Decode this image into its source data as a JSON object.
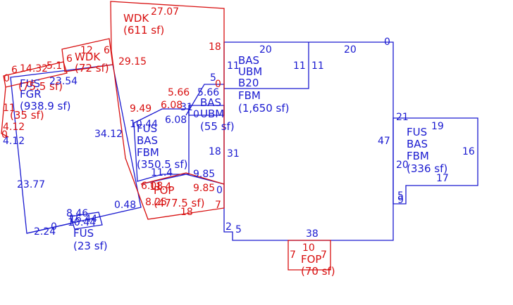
{
  "colors": {
    "blue": "#1a1ad0",
    "red": "#d81010",
    "background": "#ffffff"
  },
  "areas": {
    "wdk_top": {
      "code": "WDK",
      "area": "(611 sf)"
    },
    "bas_main": {
      "codes": [
        "BAS",
        "UBM",
        "B20",
        "FBM"
      ],
      "area": "(1,650 sf)"
    },
    "bas_small": {
      "codes": [
        "BAS",
        "UBM"
      ],
      "area": "(55 sf)"
    },
    "fus_mid": {
      "codes": [
        "FUS",
        "BAS",
        "FBM"
      ],
      "area": "(350.5 sf)"
    },
    "fop_mid": {
      "code": "FOP",
      "area": "(477.5 sf)"
    },
    "fus_right": {
      "codes": [
        "FUS",
        "BAS",
        "FBM"
      ],
      "area": "(336 sf)"
    },
    "fop_bottom": {
      "code": "FOP",
      "area": "(70 sf)"
    },
    "fus_bottom": {
      "code": "FUS",
      "area": "(23 sf)"
    },
    "wdk_left": {
      "code": "WDK",
      "area": "(72 sf)"
    },
    "fgr_left": {
      "codes": [
        "FUS",
        "FGR"
      ],
      "area": "(938.9 sf)"
    },
    "left_small": {
      "area": "(75.5 sf)",
      "area2": "(35 sf)"
    }
  },
  "dimensions": {
    "blue": [
      "20",
      "20",
      "0",
      "11",
      "11",
      "11",
      "5",
      "5.66",
      "31",
      "18",
      "31",
      "47",
      "21",
      "19",
      "16",
      "20",
      "17",
      "5",
      "9",
      "2",
      "5",
      "38",
      "10.44",
      "6.08",
      "11.4",
      "9.85",
      "0",
      "34.12",
      "23.77",
      "4.12",
      "23.54",
      "0.48",
      "2.24",
      "0",
      "10.44",
      "8.46",
      "16.44",
      "0",
      "6",
      "2",
      "20",
      "20"
    ],
    "red": [
      "27.07",
      "18",
      "29.15",
      "5.66",
      "6.08",
      "9.49",
      "0",
      "6.08",
      "11.4",
      "9.85",
      "7",
      "8.25",
      "18",
      "12",
      "6",
      "6",
      "14.32",
      "5.1",
      "4.12",
      "0",
      "10",
      "7",
      "7",
      "0",
      "6",
      "11"
    ]
  }
}
